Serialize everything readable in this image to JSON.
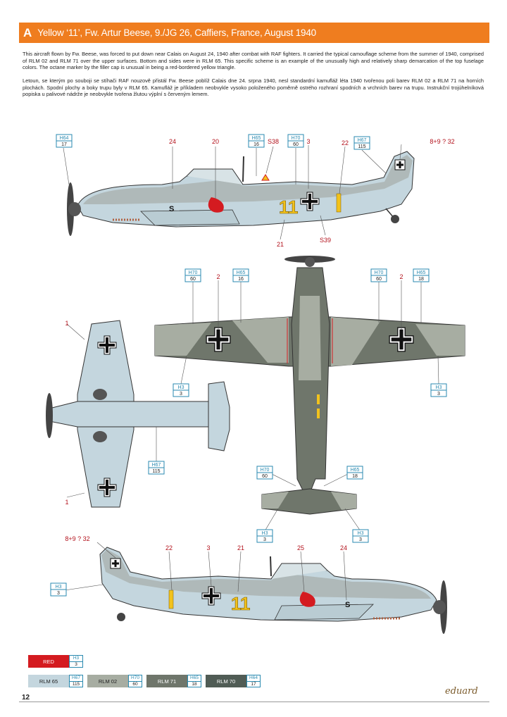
{
  "header": {
    "letter": "A",
    "title": "Yellow ‘11’, Fw. Artur Beese, 9./JG 26, Caffiers, France, August 1940"
  },
  "text": {
    "english": "This aircraft flown by Fw. Beese, was forced to put down near Calais on August 24, 1940 after combat with RAF fighters. It carried the typical camouflage scheme from the summer of 1940, comprised of RLM 02 and RLM 71 over the upper surfaces. Bottom and sides were in RLM 65. This specific scheme is an example of the unusually high and relatively sharp demarcation of the top fuselage colors. The octane marker by the filler cap is unusual in being a red-bordered yellow triangle.",
    "czech": "Letoun, se kterým po souboji se stíhači RAF nouzově přistál Fw. Beese poblíž Calais dne 24. srpna 1940, nesl standardní kamufláž léta 1940 tvořenou poli barev RLM 02 a RLM 71 na horních plochách. Spodní plochy a boky trupu byly v RLM 65. Kamufláž je příkladem neobvykle vysoko položeného poměrně ostrého rozhraní spodních a vrchních barev na trupu. Instrukční trojúhelníková popiska u palivové nádrže je neobvykle tvořena žlutou výplní s červeným lemem."
  },
  "colors": {
    "accent": "#ef7d1f",
    "rlm65": "#c4d6de",
    "rlm02": "#a7ada2",
    "rlm71": "#6f766b",
    "rlm70": "#505c55",
    "red": "#d41b20",
    "callout": "#2a8ab0",
    "marker": "#b3121c"
  },
  "callouts": {
    "h64": "H64",
    "h65": "H65",
    "h70": "H70",
    "h67": "H67",
    "h3": "H3",
    "n17": "17",
    "n16": "16",
    "n60": "60",
    "n115": "115",
    "n18": "18",
    "n3": "3"
  },
  "markers": {
    "m24": "24",
    "m20": "20",
    "s38": "S38",
    "m3": "3",
    "m22": "22",
    "m8932": "8+9 ? 32",
    "m21": "21",
    "s39": "S39",
    "m2": "2",
    "m1": "1",
    "m25": "25"
  },
  "aircraft": {
    "number": "11",
    "code": "S"
  },
  "swatches": {
    "row1": [
      {
        "name": "RED",
        "code": "H3",
        "num": "3"
      }
    ],
    "row2": [
      {
        "name": "RLM 65",
        "code": "H67",
        "num": "115"
      },
      {
        "name": "RLM 02",
        "code": "H70",
        "num": "60"
      },
      {
        "name": "RLM 71",
        "code": "H65",
        "num": "18"
      },
      {
        "name": "RLM 70",
        "code": "H64",
        "num": "17"
      }
    ]
  },
  "footer": {
    "page": "12",
    "brand": "eduard"
  }
}
